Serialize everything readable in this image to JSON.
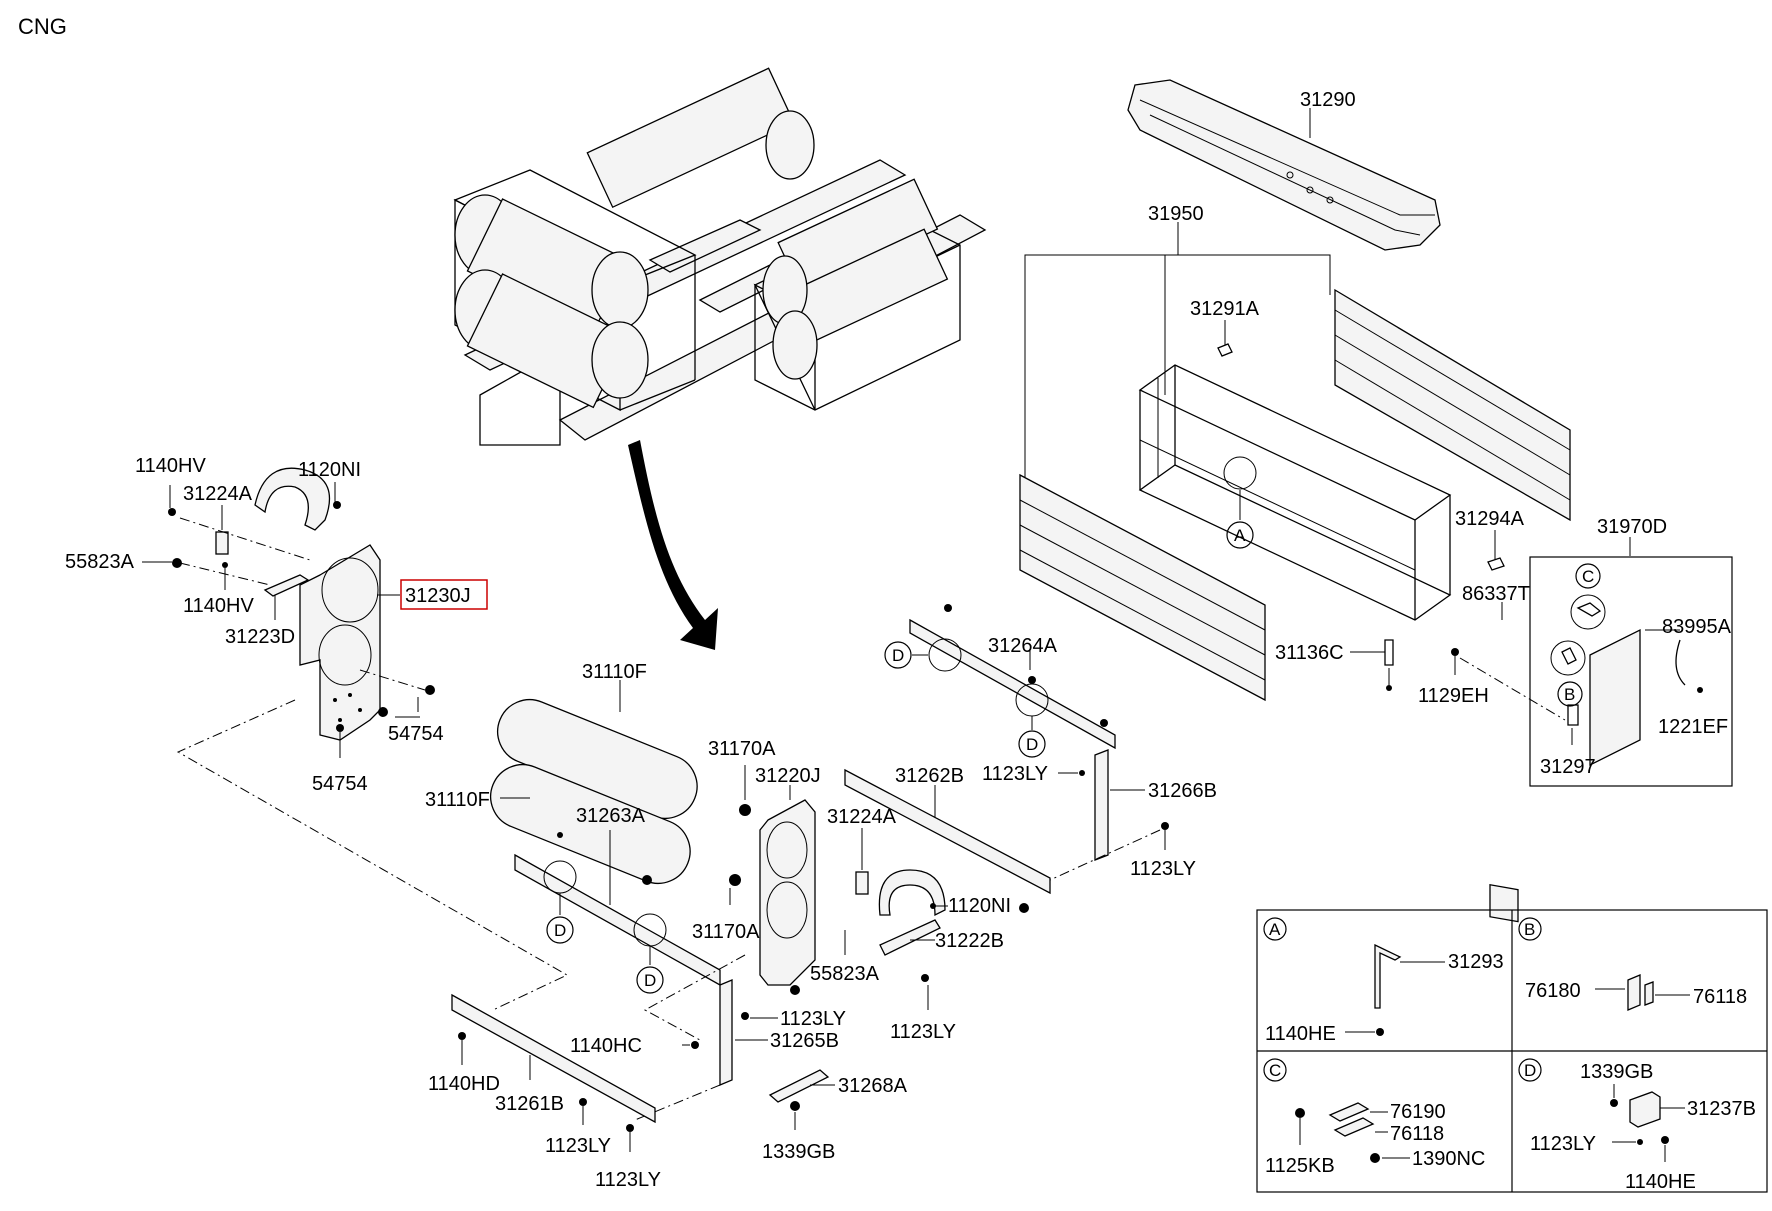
{
  "title": "CNG",
  "highlight_color": "#cc0000",
  "labels": {
    "p31290": "31290",
    "p31950": "31950",
    "p31291A": "31291A",
    "p31294A": "31294A",
    "p31970D": "31970D",
    "p86337T": "86337T",
    "p31136C": "31136C",
    "p83995A": "83995A",
    "p1129EH": "1129EH",
    "p1221EF": "1221EF",
    "p31297": "31297",
    "p1140HV_a": "1140HV",
    "p1120NI_a": "1120NI",
    "p31224A_a": "31224A",
    "p55823A_a": "55823A",
    "p1140HV_b": "1140HV",
    "p31223D": "31223D",
    "p31230J": "31230J",
    "p54754_a": "54754",
    "p54754_b": "54754",
    "p31110F_a": "31110F",
    "p31110F_b": "31110F",
    "p31170A_a": "31170A",
    "p31170A_b": "31170A",
    "p31220J": "31220J",
    "p31224A_b": "31224A",
    "p31263A": "31263A",
    "p1120NI_b": "1120NI",
    "p31222B": "31222B",
    "p55823A_b": "55823A",
    "p1123LY_a": "1123LY",
    "p31262B": "31262B",
    "p31264A": "31264A",
    "p1123LY_b": "1123LY",
    "p31266B": "31266B",
    "p1123LY_c": "1123LY",
    "p1123LY_d": "1123LY",
    "p1140HC": "1140HC",
    "p31265B": "31265B",
    "p1140HD": "1140HD",
    "p31261B": "31261B",
    "p31268A": "31268A",
    "p1123LY_e": "1123LY",
    "p1123LY_f": "1123LY",
    "p1339GB_a": "1339GB"
  },
  "callouts": {
    "A": "A",
    "B": "B",
    "C": "C",
    "D": "D"
  },
  "detail_A": {
    "letter": "A",
    "p31293": "31293",
    "p1140HE": "1140HE"
  },
  "detail_B": {
    "letter": "B",
    "p76180": "76180",
    "p76118": "76118"
  },
  "detail_C": {
    "letter": "C",
    "p76190": "76190",
    "p76118": "76118",
    "p1125KB": "1125KB",
    "p1390NC": "1390NC"
  },
  "detail_D": {
    "letter": "D",
    "p1339GB": "1339GB",
    "p31237B": "31237B",
    "p1123LY": "1123LY",
    "p1140HE": "1140HE"
  }
}
